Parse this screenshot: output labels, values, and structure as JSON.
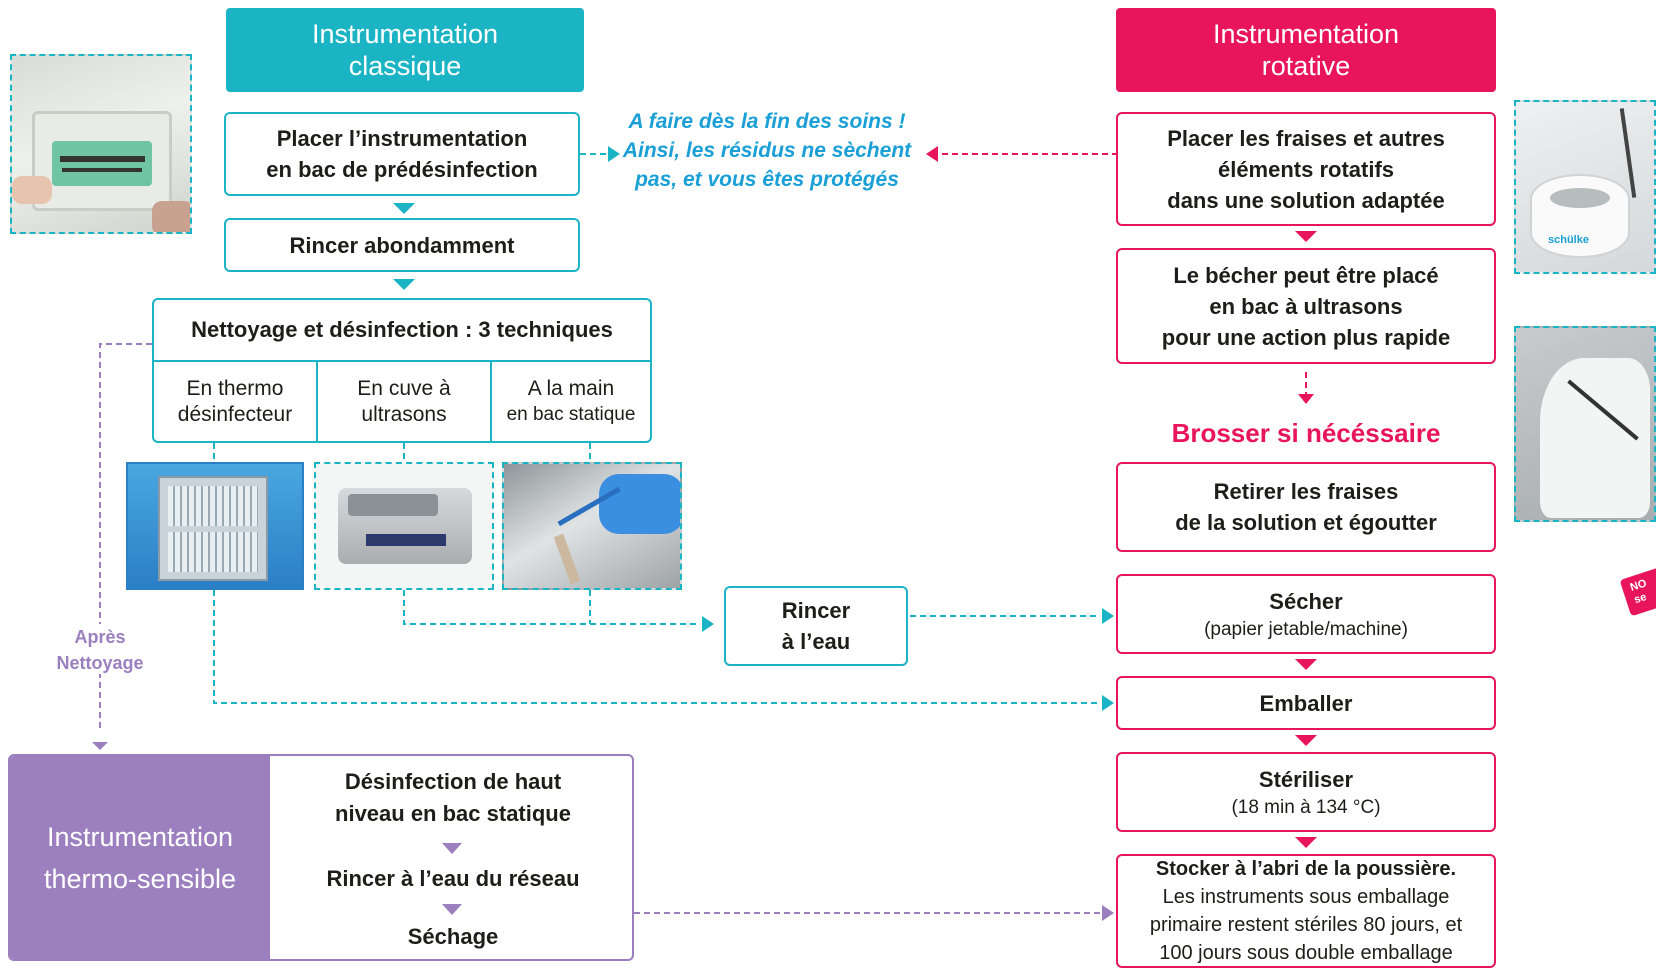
{
  "classic": {
    "title": "Instrumentation\nclassique",
    "step1": "Placer l’instrumentation\nen bac de prédésinfection",
    "step2": "Rincer abondamment",
    "techniques_title": "Nettoyage et désinfection : 3 techniques",
    "techniques": [
      {
        "line1": "En thermo",
        "line2": "désinfecteur"
      },
      {
        "line1": "En cuve à",
        "line2": "ultrasons"
      },
      {
        "line1": "A la main",
        "line2": "en bac statique"
      }
    ],
    "rinse": "Rincer\nà l’eau"
  },
  "note": "A faire dès la fin des soins !\nAinsi, les résidus ne sèchent\npas, et vous êtes protégés",
  "rotary": {
    "title": "Instrumentation\nrotative",
    "step1": "Placer les fraises et autres\néléments rotatifs\ndans une solution adaptée",
    "step2": "Le bécher peut être placé\nen bac à ultrasons\npour une action plus rapide",
    "brush": "Brosser si nécéssaire",
    "step3": "Retirer les fraises\nde la solution et égoutter",
    "dry_title": "Sécher",
    "dry_sub": "(papier jetable/machine)",
    "pack": "Emballer",
    "sterilize_title": "Stériliser",
    "sterilize_sub": "(18 min à 134 °C)",
    "store_title": "Stocker à l’abri de la poussière.",
    "store_sub": "Les instruments sous emballage\nprimaire restent stériles 80 jours, et\n100 jours sous double emballage"
  },
  "after_cleaning": "Après\nNettoyage",
  "thermo": {
    "title": "Instrumentation\nthermo-sensible",
    "step1": "Désinfection de haut\nniveau en bac statique",
    "step2": "Rincer à l’eau du réseau",
    "step3": "Séchage"
  },
  "photo_labels": {
    "beaker_brand": "schülke",
    "badge": "NO\nse"
  },
  "colors": {
    "teal": "#1ab4c4",
    "pink": "#e8155d",
    "purple": "#9b7fbe",
    "blue_note": "#1a9fd6"
  }
}
